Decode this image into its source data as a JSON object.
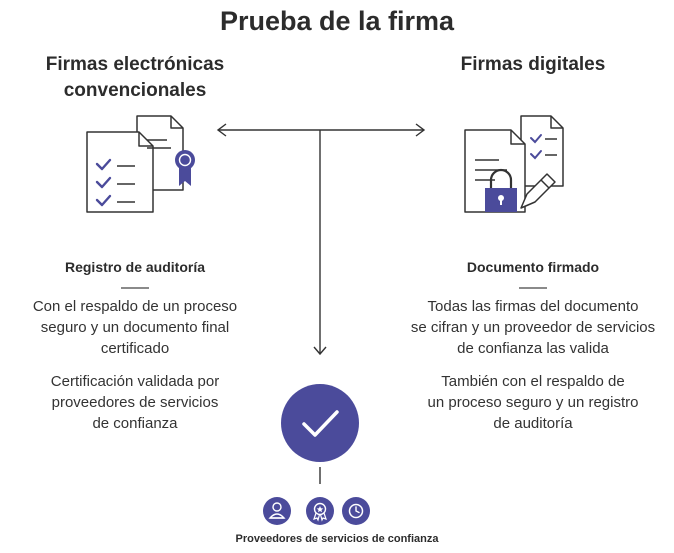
{
  "title": "Prueba de la firma",
  "left": {
    "heading_line1": "Firmas electrónicas",
    "heading_line2": "convencionales",
    "subheading": "Registro de auditoría",
    "para1": [
      "Con el respaldo de un proceso",
      "seguro y un documento final",
      "certificado"
    ],
    "para2": [
      "Certificación validada por",
      "proveedores de servicios",
      "de confianza"
    ],
    "icon": "document-checklist-seal-icon"
  },
  "right": {
    "heading": "Firmas digitales",
    "subheading": "Documento firmado",
    "para1": [
      "Todas las firmas del documento",
      "se cifran y un proveedor de servicios",
      "de confianza las valida"
    ],
    "para2": [
      "También con el respaldo de",
      "un proceso seguro y un registro",
      "de auditoría"
    ],
    "icon": "document-lock-pen-icon"
  },
  "center": {
    "icon": "checkmark-circle-icon",
    "provider_icons": [
      "person-badge-icon",
      "award-ribbon-icon",
      "clock-icon"
    ],
    "footer": "Proveedores de servicios de confianza"
  },
  "colors": {
    "accent": "#4b4b9b",
    "line": "#333333",
    "text": "#2c2c2c"
  }
}
